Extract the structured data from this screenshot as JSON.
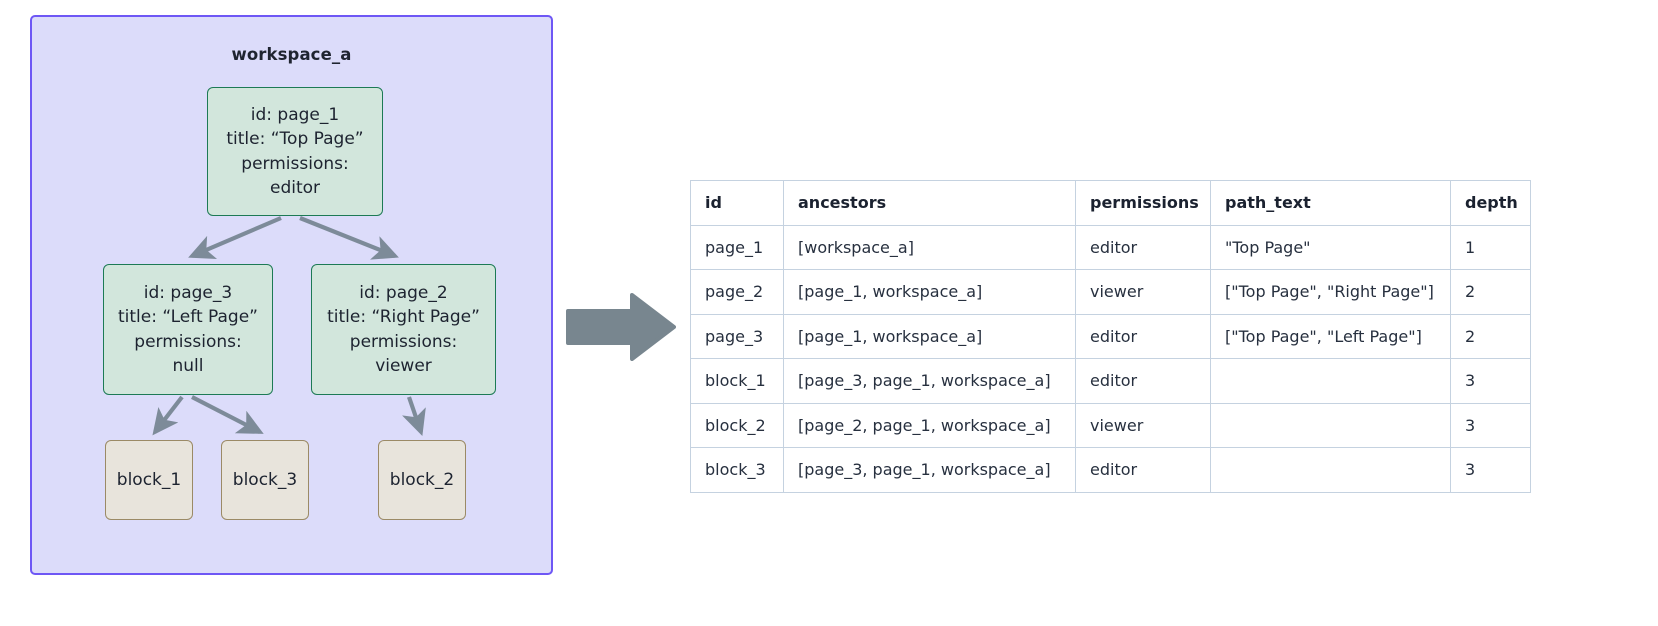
{
  "workspace": {
    "title": "workspace_a",
    "container_fill": "#dcdcfa",
    "container_border": "#6e57f5",
    "page_node_fill": "#d2e6dc",
    "page_node_border": "#1d7a55",
    "block_node_fill": "#e8e4dc",
    "block_node_border": "#9b8a66",
    "edge_color": "#7d8b99"
  },
  "nodes": {
    "page_1": {
      "id_line": "id: page_1",
      "title_line": "title: “Top Page”",
      "perm_label": "permissions:",
      "perm_value": "editor"
    },
    "page_3": {
      "id_line": "id: page_3",
      "title_line": "title: “Left Page”",
      "perm_label": "permissions:",
      "perm_value": "null"
    },
    "page_2": {
      "id_line": "id: page_2",
      "title_line": "title: “Right Page”",
      "perm_label": "permissions:",
      "perm_value": "viewer"
    },
    "block_1": {
      "label": "block_1"
    },
    "block_3": {
      "label": "block_3"
    },
    "block_2": {
      "label": "block_2"
    }
  },
  "transition_arrow": {
    "name": "right-arrow",
    "color": "#78868f"
  },
  "table": {
    "columns": [
      "id",
      "ancestors",
      "permissions",
      "path_text",
      "depth"
    ],
    "rows": [
      {
        "id": "page_1",
        "ancestors": "[workspace_a]",
        "permissions": "editor",
        "path_text": "\"Top Page\"",
        "depth": "1"
      },
      {
        "id": "page_2",
        "ancestors": "[page_1, workspace_a]",
        "permissions": "viewer",
        "path_text": "[\"Top Page\", \"Right Page\"]",
        "depth": "2"
      },
      {
        "id": "page_3",
        "ancestors": "[page_1, workspace_a]",
        "permissions": "editor",
        "path_text": "[\"Top Page\", \"Left Page\"]",
        "depth": "2"
      },
      {
        "id": "block_1",
        "ancestors": "[page_3, page_1, workspace_a]",
        "permissions": "editor",
        "path_text": "",
        "depth": "3"
      },
      {
        "id": "block_2",
        "ancestors": "[page_2, page_1, workspace_a]",
        "permissions": "viewer",
        "path_text": "",
        "depth": "3"
      },
      {
        "id": "block_3",
        "ancestors": "[page_3, page_1, workspace_a]",
        "permissions": "editor",
        "path_text": "",
        "depth": "3"
      }
    ]
  }
}
